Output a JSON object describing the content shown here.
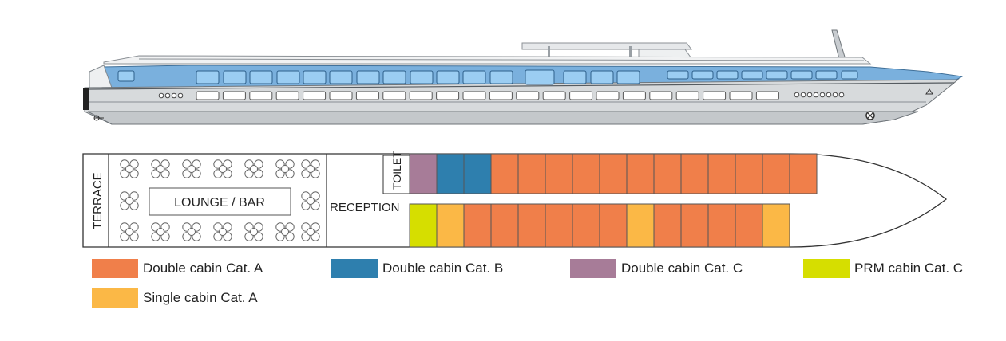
{
  "labels": {
    "terrace": "TERRACE",
    "lounge": "LOUNGE / BAR",
    "reception": "RECEPTION",
    "toilet": "TOILET"
  },
  "colors": {
    "double_a": "#f07f4a",
    "double_b": "#2e7fae",
    "double_c": "#a77c98",
    "prm_c": "#d6de00",
    "single_a": "#fbb846",
    "hull_blue": "#7ab0dd",
    "hull_grey": "#d7dadc",
    "window_blue": "#9bcdf2"
  },
  "cabins": {
    "top_row": [
      "double_c",
      "double_b",
      "double_b",
      "double_a",
      "double_a",
      "double_a",
      "double_a",
      "double_a",
      "double_a",
      "double_a",
      "double_a",
      "double_a",
      "double_a",
      "double_a",
      "double_a"
    ],
    "bottom_row": [
      "prm_c",
      "single_a",
      "double_a",
      "double_a",
      "double_a",
      "double_a",
      "double_a",
      "double_a",
      "single_a",
      "double_a",
      "double_a",
      "double_a",
      "double_a",
      "single_a"
    ]
  },
  "legend": [
    {
      "key": "double_a",
      "label": "Double cabin Cat. A"
    },
    {
      "key": "double_b",
      "label": "Double cabin Cat. B"
    },
    {
      "key": "double_c",
      "label": "Double cabin Cat. C"
    },
    {
      "key": "prm_c",
      "label": "PRM cabin Cat. C"
    },
    {
      "key": "single_a",
      "label": "Single cabin Cat. A"
    }
  ]
}
